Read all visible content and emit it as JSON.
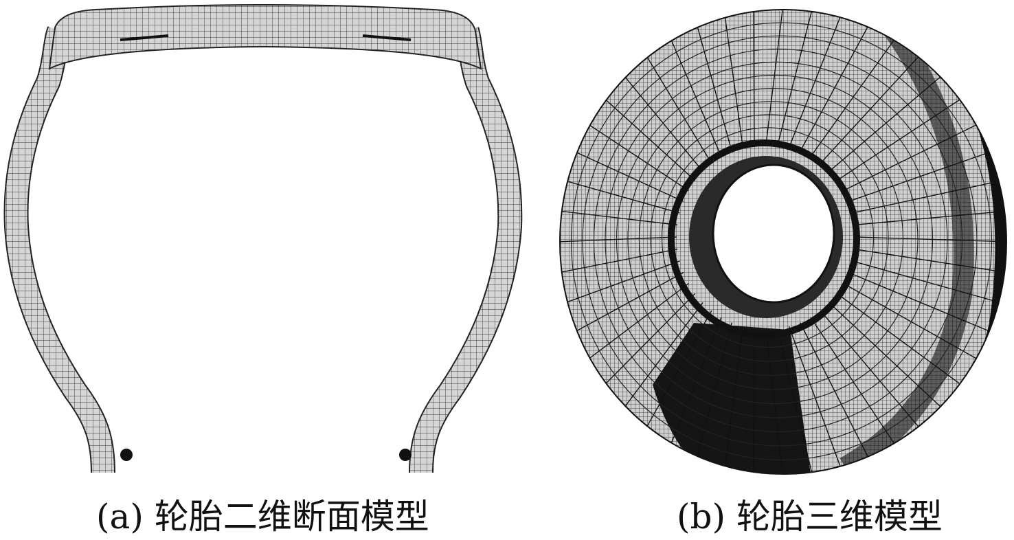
{
  "panels": [
    {
      "id": "a",
      "caption": "(a) 轮胎二维断面模型"
    },
    {
      "id": "b",
      "caption": "(b) 轮胎三维模型"
    }
  ],
  "colors": {
    "mesh_fill": "#d4d4d4",
    "mesh_line": "#2a2a2a",
    "dark": "#111111"
  }
}
